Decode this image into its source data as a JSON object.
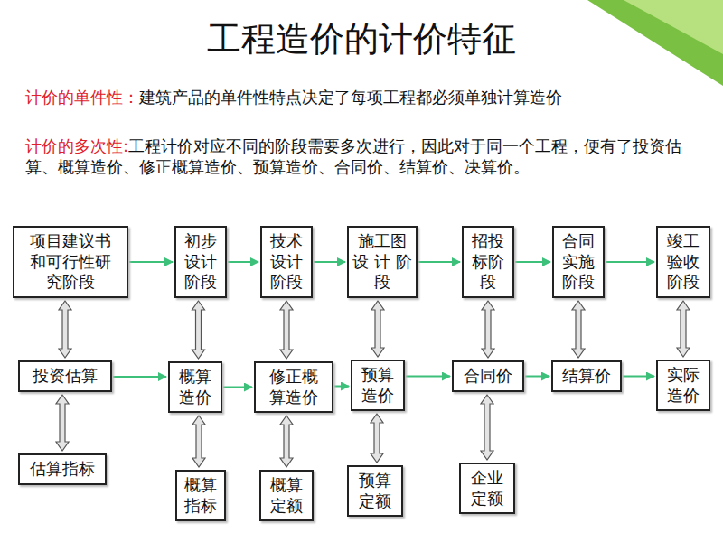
{
  "diagram": {
    "title": "工程造价的计价特征",
    "nodes": [
      {
        "text": [
          "项目建议书 和可行性研 究阶段"
        ]
      },
      {
        "text": [
          "初步 设计 阶段"
        ]
      },
      {
        "text": [
          "技术 设计 阶段"
        ]
      },
      {
        "text": [
          "施工图 设 计 阶 段"
        ]
      },
      {
        "text": [
          "招投 标阶 段"
        ]
      },
      {
        "text": [
          "合同 实施 阶段"
        ]
      },
      {
        "text": [
          "竣工 验收 阶段"
        ]
      },
      {
        "text": [
          "投资估算"
        ]
      },
      {
        "text": [
          "概算 造价"
        ]
      },
      {
        "text": [
          "修正概 算造价"
        ]
      },
      {
        "text": [
          "预算 造价"
        ]
      },
      {
        "text": [
          "合同价"
        ]
      },
      {
        "text": [
          "结算价"
        ]
      },
      {
        "text": [
          "实际 造价"
        ]
      },
      {
        "text": [
          "估算指标"
        ]
      },
      {
        "text": [
          "概算 指标"
        ]
      },
      {
        "text": [
          "概算 定额"
        ]
      },
      {
        "text": [
          "预算 定额"
        ]
      },
      {
        "text": [
          "企业 定额"
        ]
      }
    ],
    "edges": [
      {
        "from": 0,
        "to": 1,
        "arrow": "to"
      },
      {
        "from": 1,
        "to": 2,
        "arrow": "to"
      },
      {
        "from": 2,
        "to": 3,
        "arrow": "to"
      },
      {
        "from": 3,
        "to": 4,
        "arrow": "to"
      },
      {
        "from": 4,
        "to": 5,
        "arrow": "to"
      },
      {
        "from": 5,
        "to": 6,
        "arrow": "to"
      },
      {
        "from": 7,
        "to": 8,
        "arrow": "to"
      },
      {
        "from": 8,
        "to": 9,
        "arrow": "to"
      },
      {
        "from": 9,
        "to": 10,
        "arrow": "to"
      },
      {
        "from": 10,
        "to": 11,
        "arrow": "to"
      },
      {
        "from": 11,
        "to": 12,
        "arrow": "to"
      },
      {
        "from": 12,
        "to": 13,
        "arrow": "to"
      },
      {
        "from": 0,
        "to": 7,
        "arrow": "both"
      },
      {
        "from": 1,
        "to": 8,
        "arrow": "both"
      },
      {
        "from": 2,
        "to": 9,
        "arrow": "both"
      },
      {
        "from": 3,
        "to": 10,
        "arrow": "both"
      },
      {
        "from": 4,
        "to": 11,
        "arrow": "both"
      },
      {
        "from": 5,
        "to": 12,
        "arrow": "both"
      },
      {
        "from": 6,
        "to": 13,
        "arrow": "both"
      },
      {
        "from": 7,
        "to": 14,
        "arrow": "both"
      },
      {
        "from": 8,
        "to": 15,
        "arrow": "both"
      },
      {
        "from": 9,
        "to": 16,
        "arrow": "both"
      },
      {
        "from": 10,
        "to": 17,
        "arrow": "both"
      },
      {
        "from": 11,
        "to": 18,
        "arrow": "both"
      }
    ],
    "labels": [
      "计价的单件性：",
      "建筑产品的单件性特点决定了每项工程都必须单独计算造价",
      "计价的多次性:",
      "工程计价对应不同的阶段需要多次进行，因此对于同一个工程，便有了投资估算、概算造价、修正概算造价、预算造价、合同价、结算价、决算价。"
    ]
  }
}
